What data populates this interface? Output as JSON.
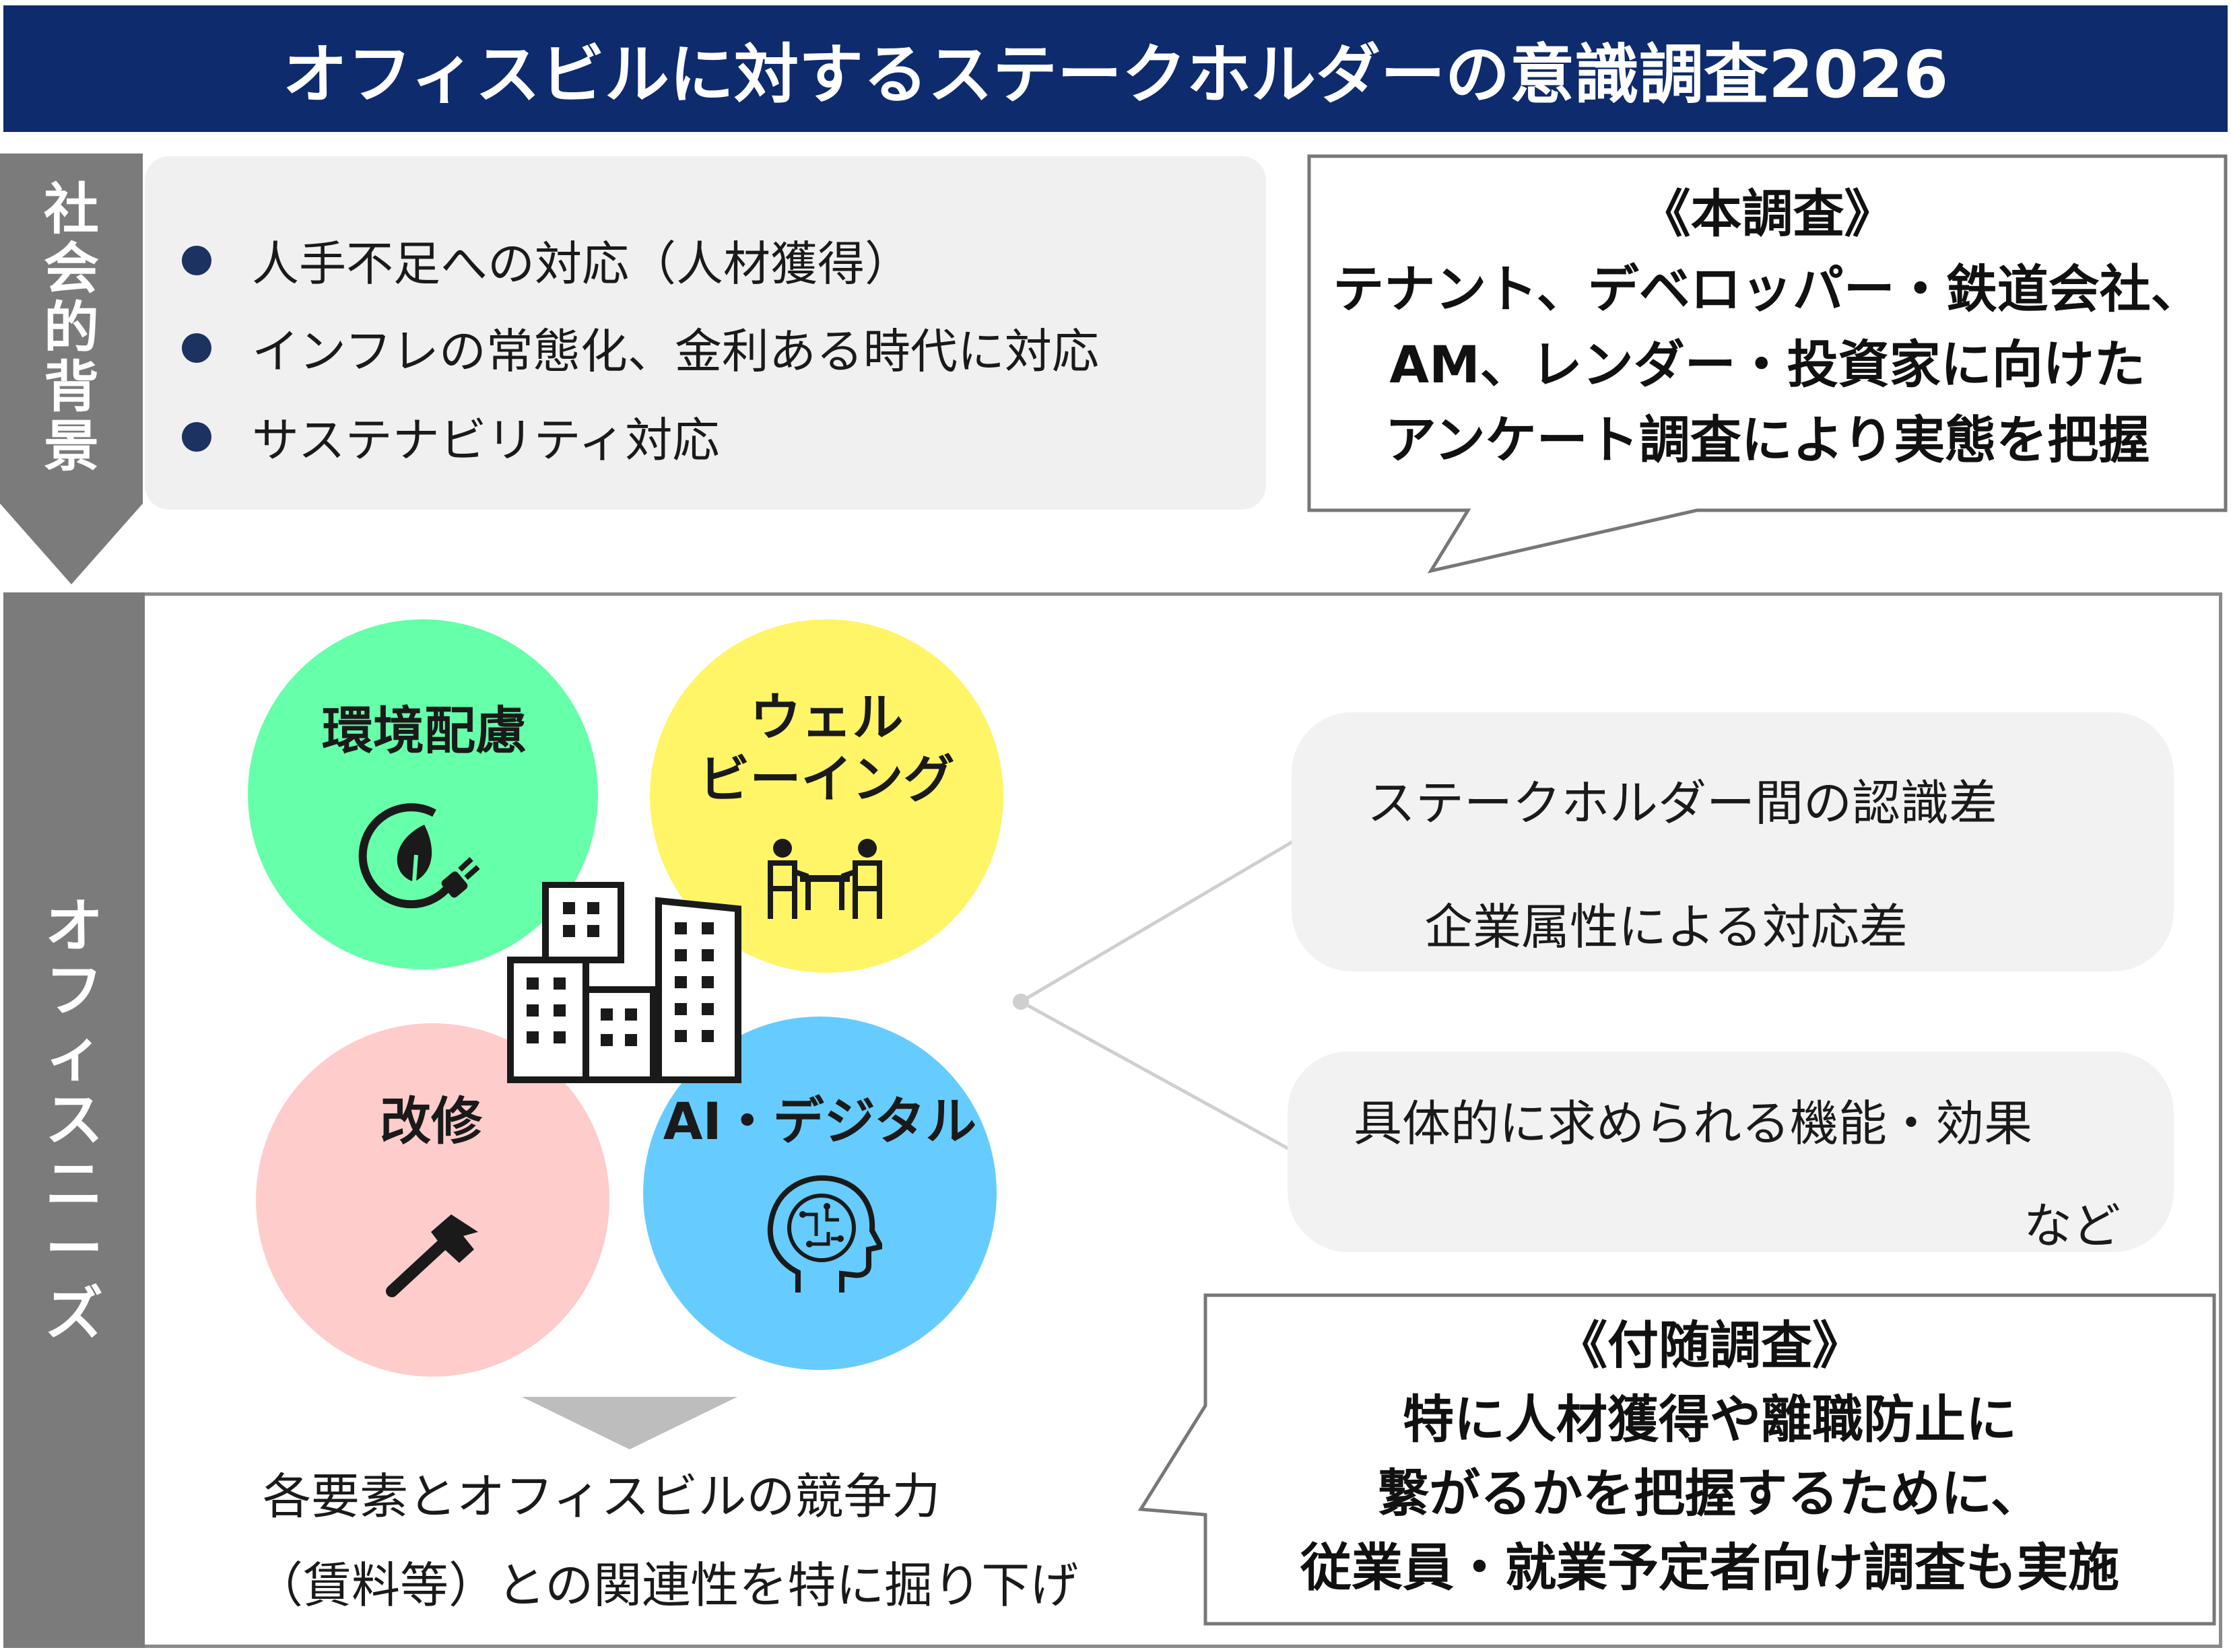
{
  "title": "オフィスビルに対するステークホルダーの意識調査2026",
  "side_tabs": {
    "background": [
      "社",
      "会",
      "的",
      "背",
      "景"
    ],
    "needs": [
      "オ",
      "フ",
      "ィ",
      "ス",
      "ニ",
      "ー",
      "ズ"
    ]
  },
  "background_items": [
    "人手不足への対応（人材獲得）",
    "インフレの常態化、金利ある時代に対応",
    "サステナビリティ対応"
  ],
  "main_survey": {
    "heading": "《本調査》",
    "lines": [
      "テナント、デベロッパー・鉄道会社、",
      "AM、レンダー・投資家に向けた",
      "アンケート調査により実態を把握"
    ]
  },
  "needs_circles": {
    "environment": {
      "label": "環境配慮",
      "color": "#66ffaa",
      "icon": "leaf-plug-icon"
    },
    "wellbeing": {
      "label_lines": [
        "ウェル",
        "ビーイング"
      ],
      "color": "#fff566",
      "icon": "people-meeting-icon"
    },
    "renovation": {
      "label": "改修",
      "color": "#ffcccc",
      "icon": "hammer-icon"
    },
    "ai_digital": {
      "label": "AI・デジタル",
      "color": "#66ccff",
      "icon": "ai-head-icon"
    }
  },
  "analysis_points": {
    "box1": [
      "ステークホルダー間の認識差",
      "企業属性による対応差"
    ],
    "box2": [
      "具体的に求められる機能・効果",
      "など"
    ]
  },
  "drilldown_lines": [
    "各要素とオフィスビルの競争力",
    "（賃料等）との関連性を特に掘り下げ"
  ],
  "sub_survey": {
    "heading": "《付随調査》",
    "lines": [
      "特に人材獲得や離職防止に",
      "繋がるかを把握するために、",
      "従業員・就業予定者向け調査も実施"
    ]
  },
  "colors": {
    "title_bar": "#0e2b6e",
    "side_tab": "#7b7b7b",
    "bullet": "#1c3260",
    "panel": "#f0f0f0"
  }
}
